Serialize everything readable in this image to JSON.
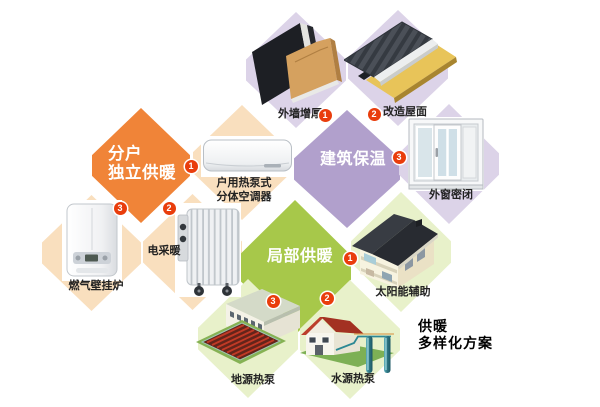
{
  "categories": {
    "household": {
      "lines": [
        "分户",
        "独立供暖"
      ]
    },
    "insulation": {
      "label": "建筑保温"
    },
    "local": {
      "label": "局部供暖"
    }
  },
  "items": {
    "ac": {
      "lines": [
        "户用热泵式",
        "分体空调器"
      ],
      "badge": "1"
    },
    "electric": {
      "label": "电采暖",
      "badge": "2"
    },
    "boiler": {
      "label": "燃气壁挂炉",
      "badge": "3"
    },
    "wall": {
      "label": "外墙增厚",
      "badge": "1"
    },
    "roof": {
      "label": "改造屋面",
      "badge": "2"
    },
    "window": {
      "label": "外窗密闭",
      "badge": "3"
    },
    "solar": {
      "label": "太阳能辅助",
      "badge": "1"
    },
    "water": {
      "label": "水源热泵",
      "badge": "2"
    },
    "ground": {
      "label": "地源热泵",
      "badge": "3"
    }
  },
  "title": {
    "lines": [
      "供暖",
      "多样化方案"
    ]
  },
  "colors": {
    "category_household": "#f08438",
    "category_insulation": "#b1a0cc",
    "category_local": "#a7c84a",
    "item_household": "#f9dfbe",
    "item_insulation": "#dcd3e8",
    "item_local": "#e8f1ca",
    "badge": "#e93d0c"
  }
}
